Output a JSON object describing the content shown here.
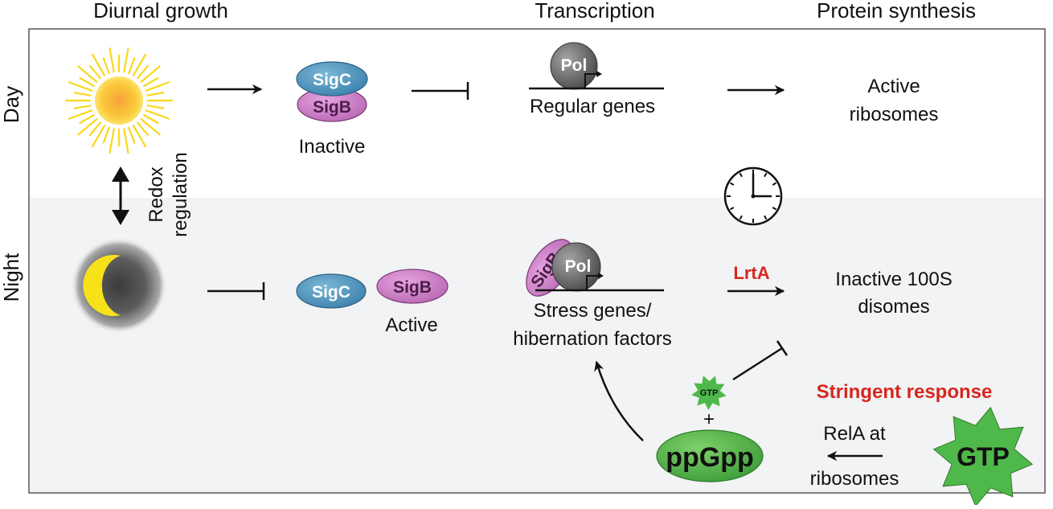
{
  "headers": {
    "diurnal": "Diurnal growth",
    "transcription": "Transcription",
    "protein": "Protein synthesis"
  },
  "rows": {
    "day": "Day",
    "night": "Night"
  },
  "redox": {
    "line1": "Redox",
    "line2": "regulation"
  },
  "sigma": {
    "sigc": "SigC",
    "sigb": "SigB",
    "inactive": "Inactive",
    "active": "Active"
  },
  "pol": "Pol",
  "genes": {
    "regular": "Regular genes",
    "stress1": "Stress genes/",
    "stress2": "hibernation factors"
  },
  "ribosomes": {
    "active1": "Active",
    "active2": "ribosomes",
    "inactive1": "Inactive 100S",
    "inactive2": "disomes"
  },
  "lrta": "LrtA",
  "stringent": "Stringent response",
  "gtp_small": "GTP",
  "plus": "+",
  "ppgpp": "ppGpp",
  "rela": {
    "line1": "RelA at",
    "line2": "ribosomes"
  },
  "gtp_big": "GTP",
  "colors": {
    "sigc": "#4f95bd",
    "sigb": "#b05ea8",
    "red": "#d7261e",
    "green": "#4fb84a",
    "night_bg": "#f2f3f4"
  }
}
